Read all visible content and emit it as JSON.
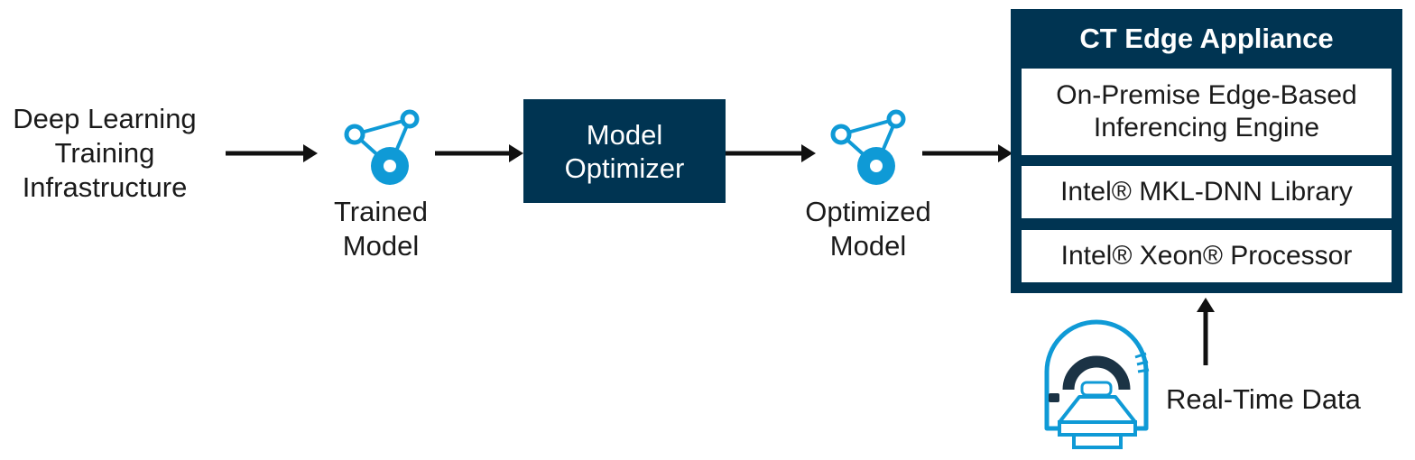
{
  "source_label": [
    "Deep Learning",
    "Training",
    "Infrastructure"
  ],
  "trained_model_label": [
    "Trained",
    "Model"
  ],
  "optimizer_label": [
    "Model",
    "Optimizer"
  ],
  "optimized_model_label": [
    "Optimized",
    "Model"
  ],
  "appliance": {
    "title": "CT Edge Appliance",
    "layers": [
      [
        "On-Premise Edge-Based",
        "Inferencing Engine"
      ],
      [
        "Intel® MKL-DNN Library"
      ],
      [
        "Intel® Xeon® Processor"
      ]
    ]
  },
  "realtime_label": "Real-Time Data",
  "icons": {
    "model": "neural-network-icon",
    "scanner": "ct-scanner-icon"
  },
  "colors": {
    "navy": "#003452",
    "accent_blue": "#0f9ad6",
    "text": "#1a1a1a"
  }
}
